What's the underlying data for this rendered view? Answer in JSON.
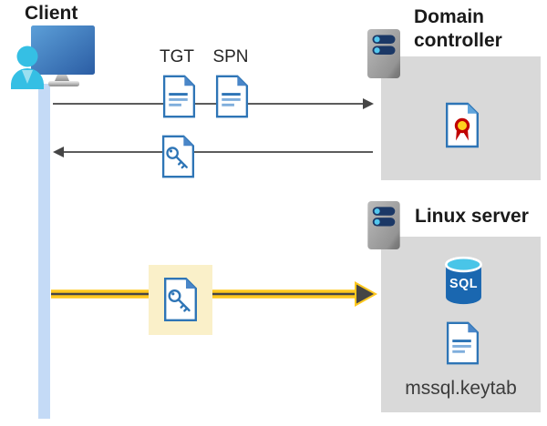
{
  "client": {
    "label": "Client"
  },
  "flows": {
    "tgt_label": "TGT",
    "spn_label": "SPN"
  },
  "domain_controller": {
    "label": "Domain controller"
  },
  "linux_server": {
    "label": "Linux server",
    "sql_badge": "SQL",
    "keytab_label": "mssql.keytab"
  },
  "icons": [
    "client-workstation-icon",
    "document-icon",
    "key-document-icon",
    "server-icon",
    "certificate-icon",
    "sql-database-icon"
  ],
  "colors": {
    "doc-blue": "#2E75B6",
    "fold-blue": "#4A86C8",
    "line-blue": "#7FAEDC",
    "box-gray": "#D9D9D9",
    "highlight-yellow": "#FAF0C9",
    "arrow-yellow": "#FFC81E",
    "arrow-dark": "#454545",
    "lifeline-blue": "#C4DAF6",
    "sql-blue": "#1A67B0",
    "sql-top-cyan": "#49C5E8",
    "cert-red": "#C00000",
    "cert-yellow": "#FFD21E",
    "person-cyan": "#35BFE4",
    "text-dark": "#1A1A1A"
  }
}
